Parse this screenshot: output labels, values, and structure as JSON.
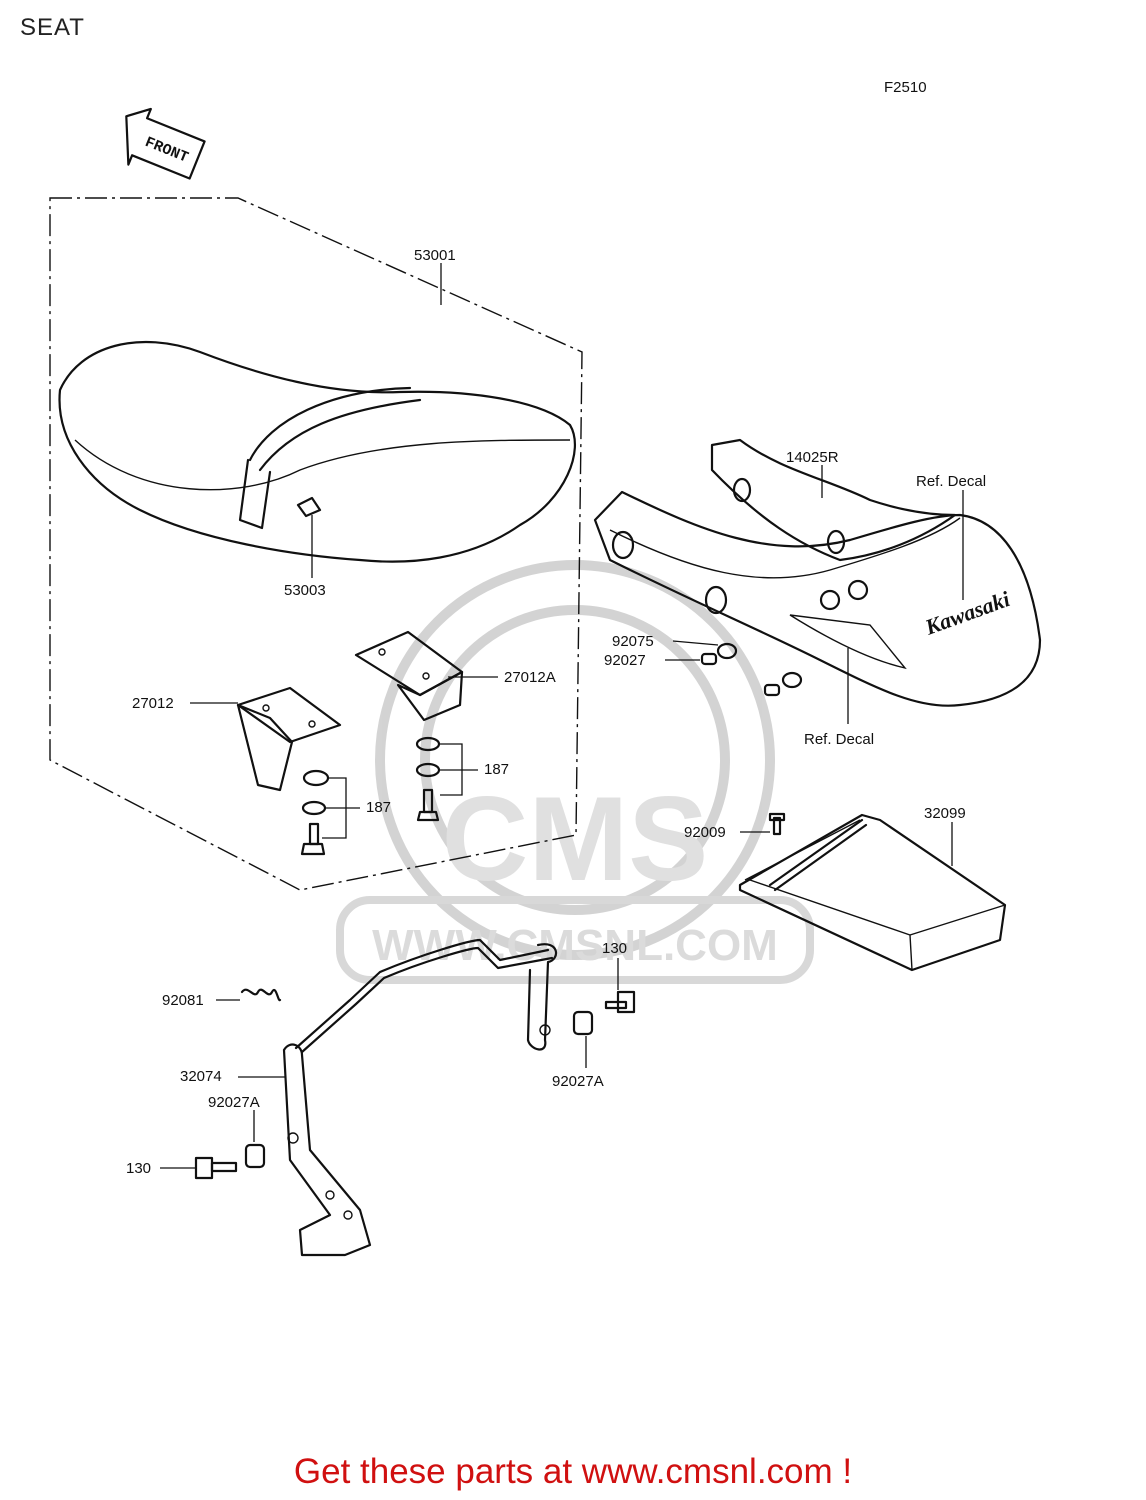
{
  "header": {
    "title": "SEAT",
    "figure_code": "F2510"
  },
  "direction_arrow": {
    "label": "FRONT"
  },
  "watermark": {
    "brand": "CMS",
    "url": "WWW.CMSNL.COM"
  },
  "parts": {
    "p53001": "53001",
    "p53003": "53003",
    "p27012": "27012",
    "p27012A": "27012A",
    "p187a": "187",
    "p187b": "187",
    "p14025R": "14025R",
    "ref_decal_top": "Ref. Decal",
    "ref_decal_bottom": "Ref. Decal",
    "kawasaki_logo": "Kawasaki",
    "p92075": "92075",
    "p92027": "92027",
    "p32099": "32099",
    "p92009": "92009",
    "p130a": "130",
    "p92081": "92081",
    "p32074": "32074",
    "p92027A_a": "92027A",
    "p92027A_b": "92027A",
    "p130b": "130"
  },
  "footer": {
    "link_text": "Get these parts at www.cmsnl.com !"
  }
}
